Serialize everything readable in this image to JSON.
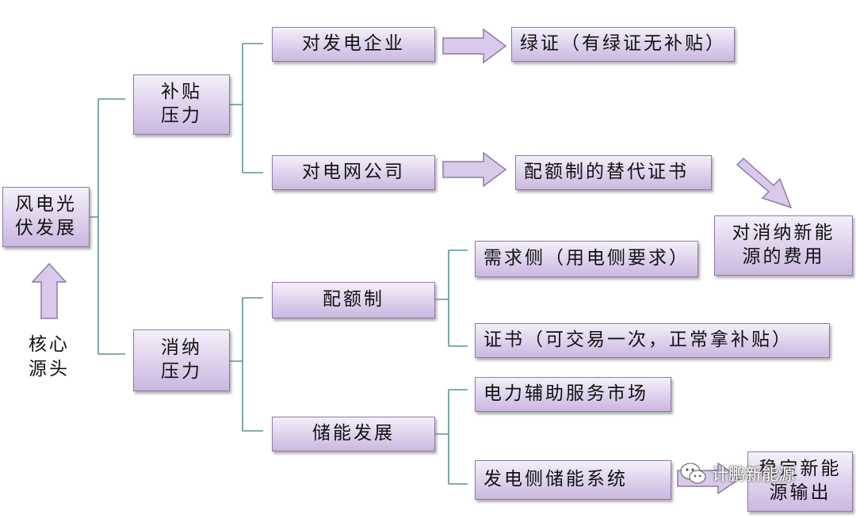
{
  "root": {
    "line1": "风电光",
    "line2": "伏发展"
  },
  "source_label": {
    "line1": "核心",
    "line2": "源头"
  },
  "subsidy_pressure": {
    "line1": "补贴",
    "line2": "压力"
  },
  "absorption_pressure": {
    "line1": "消纳",
    "line2": "压力"
  },
  "generators": "对发电企业",
  "green_cert": "绿证（有绿证无补贴）",
  "grid_company": "对电网公司",
  "quota_substitute": "配额制的替代证书",
  "absorption_cost": {
    "line1": "对消纳新能",
    "line2": "源的费用"
  },
  "quota_system": "配额制",
  "demand_side": "需求侧（用电侧要求）",
  "certificate": "证书（可交易一次，正常拿补贴）",
  "storage_dev": "储能发展",
  "ancillary_market": "电力辅助服务市场",
  "gen_side_storage": "发电侧储能系统",
  "stabilize_output": {
    "line1": "稳定新能",
    "line2": "源输出"
  },
  "watermark": {
    "text": "计鹏新能源",
    "icon": "wechat-icon"
  },
  "colors": {
    "box_top": "#f5f0fa",
    "box_bottom": "#cbb8e0",
    "box_border": "#8e7aa8",
    "connector": "#5a9494",
    "arrow_fill": "#d9c9ea",
    "arrow_stroke": "#8e7aa8"
  }
}
